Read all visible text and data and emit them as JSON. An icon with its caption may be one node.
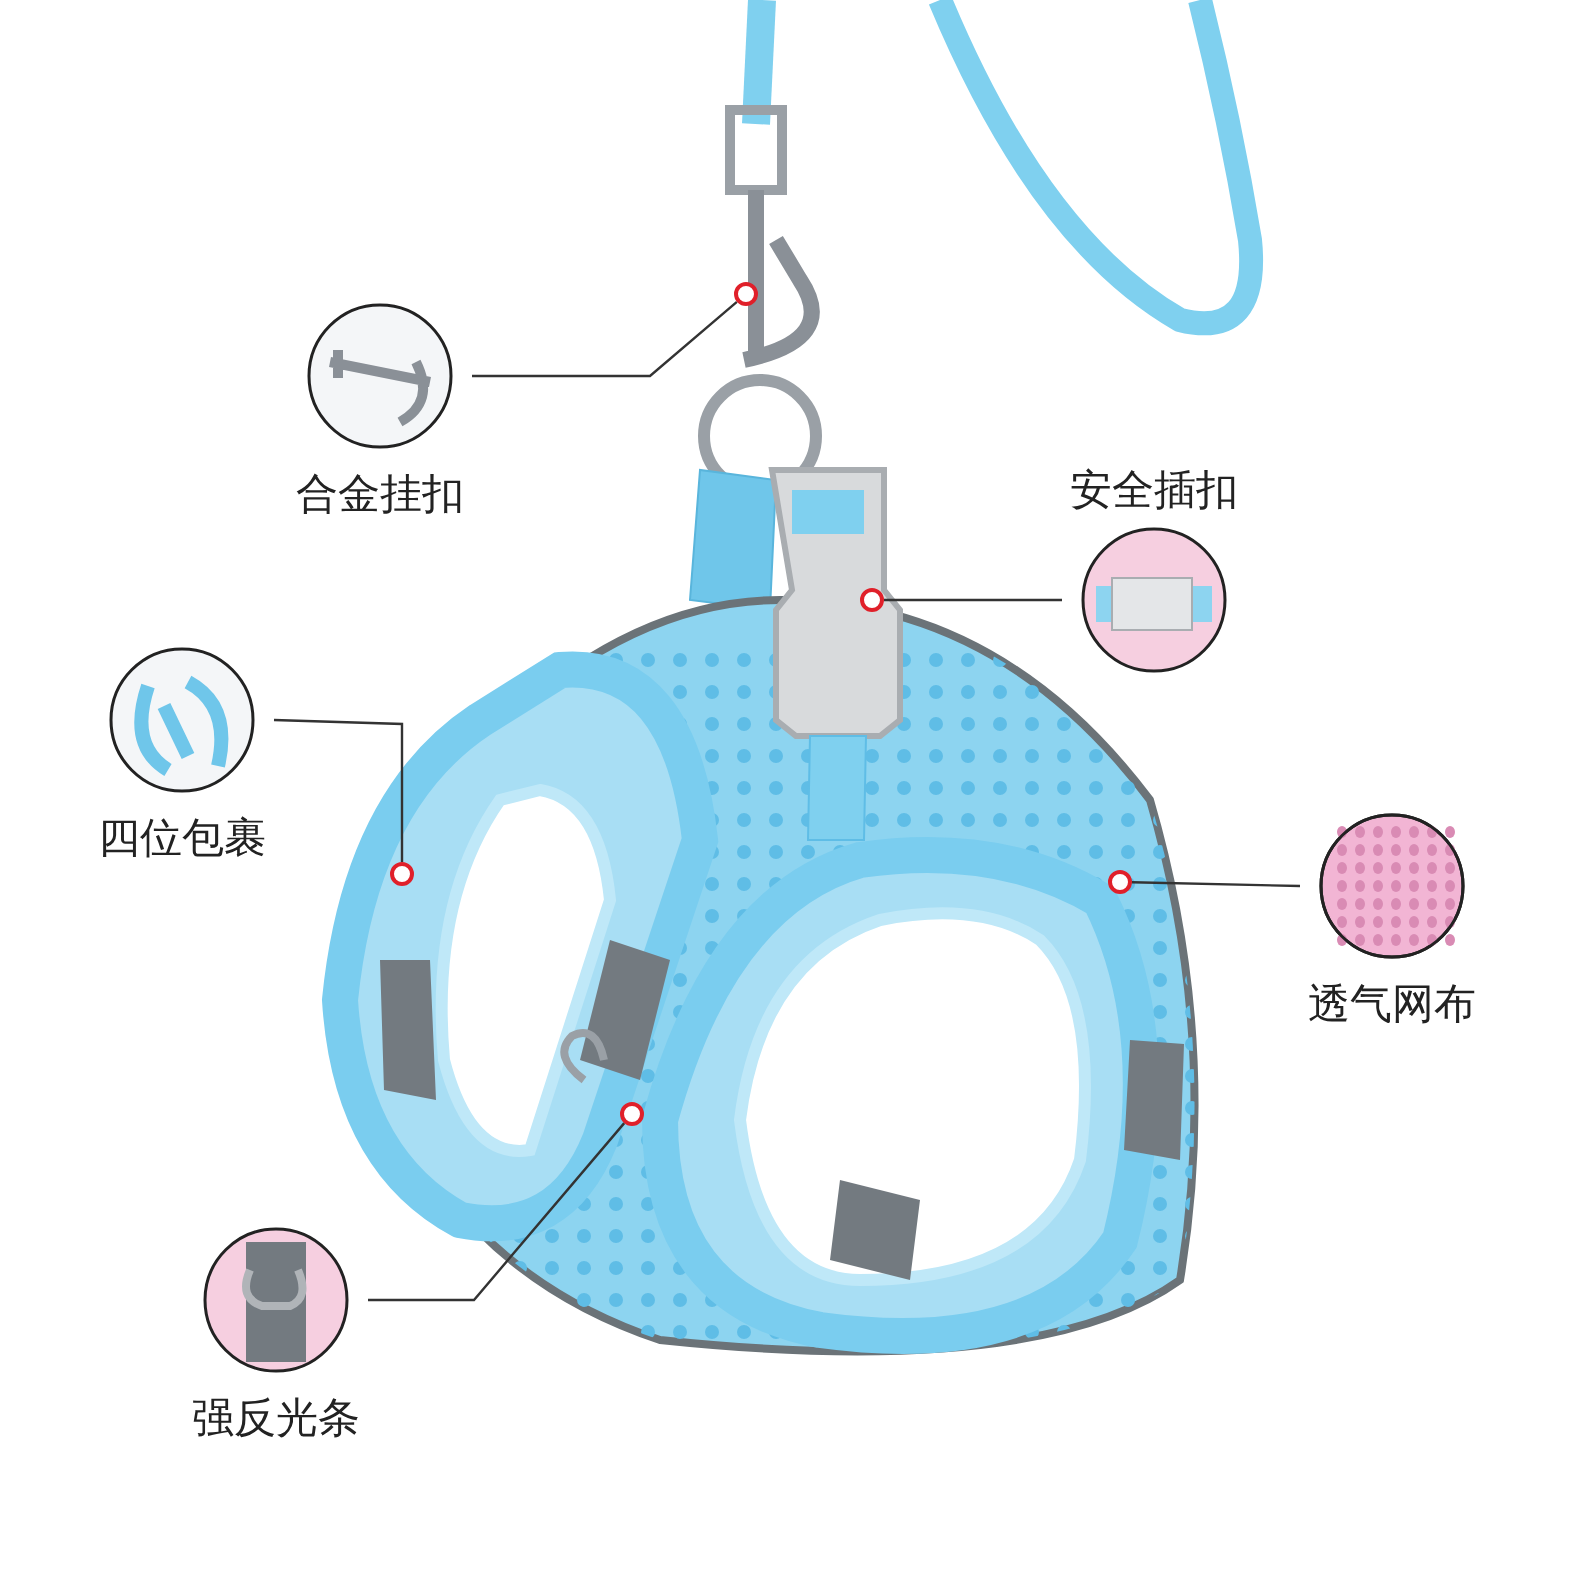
{
  "diagram": {
    "nodes": [
      {
        "text": [
          "合金挂扣"
        ]
      },
      {
        "text": [
          "安全插扣"
        ]
      },
      {
        "text": [
          "四位包裹"
        ]
      },
      {
        "text": [
          "透气网布"
        ]
      },
      {
        "text": [
          "强反光条"
        ]
      },
      {
        "text": [],
        "shape": "circle"
      },
      {
        "text": [],
        "shape": "circle"
      },
      {
        "text": [],
        "shape": "circle"
      },
      {
        "text": [],
        "shape": "circle"
      },
      {
        "text": [],
        "shape": "circle"
      }
    ],
    "edges": [
      {
        "from": 0,
        "to": 5,
        "arrow": "none"
      },
      {
        "from": 1,
        "to": 6,
        "arrow": "none"
      },
      {
        "from": 2,
        "to": 7,
        "arrow": "none"
      },
      {
        "from": 3,
        "to": 8,
        "arrow": "none"
      },
      {
        "from": 4,
        "to": 9,
        "arrow": "none"
      }
    ]
  }
}
